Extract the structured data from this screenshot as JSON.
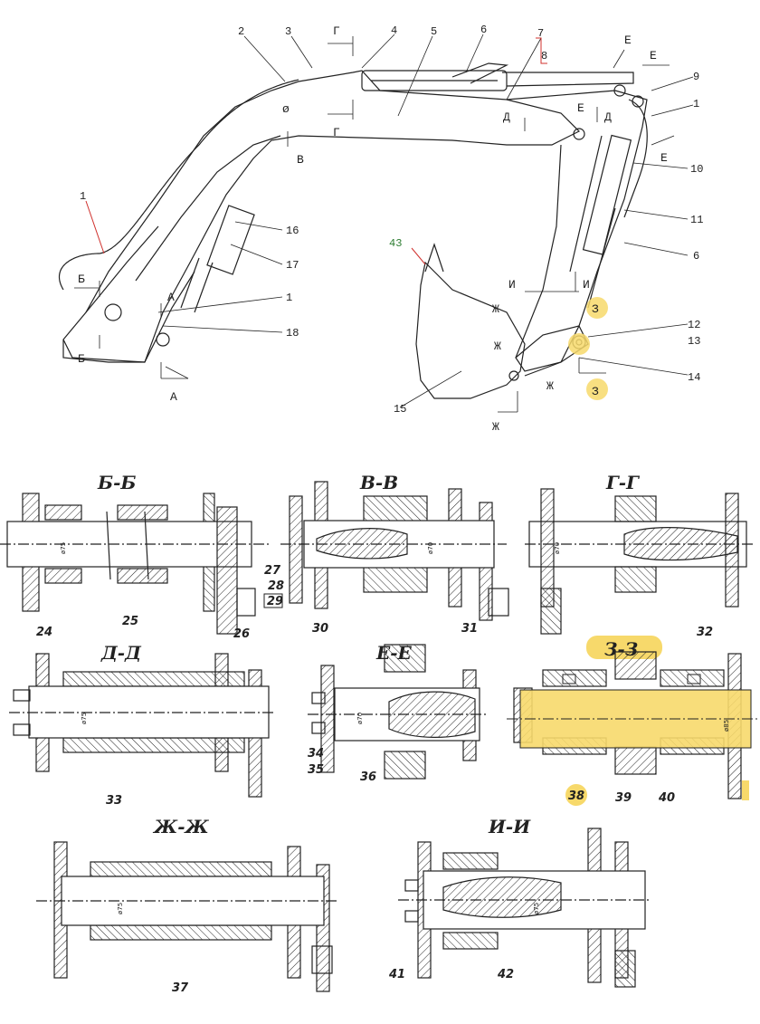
{
  "colors": {
    "line": "#222222",
    "highlight": "#f7d96b",
    "red_leader": "#d0312d",
    "green_label": "#2e7d32"
  },
  "top_view": {
    "callouts": [
      {
        "id": "c2",
        "text": "2"
      },
      {
        "id": "c3",
        "text": "3"
      },
      {
        "id": "c4",
        "text": "4"
      },
      {
        "id": "c5",
        "text": "5"
      },
      {
        "id": "c6a",
        "text": "6"
      },
      {
        "id": "c7",
        "text": "7"
      },
      {
        "id": "c8",
        "text": "8"
      },
      {
        "id": "c9",
        "text": "9"
      },
      {
        "id": "c1a",
        "text": "1"
      },
      {
        "id": "c10",
        "text": "10"
      },
      {
        "id": "c11",
        "text": "11"
      },
      {
        "id": "c6b",
        "text": "6"
      },
      {
        "id": "c12",
        "text": "12"
      },
      {
        "id": "c13",
        "text": "13"
      },
      {
        "id": "c14",
        "text": "14"
      },
      {
        "id": "c15",
        "text": "15"
      },
      {
        "id": "c16",
        "text": "16"
      },
      {
        "id": "c17",
        "text": "17"
      },
      {
        "id": "c1b",
        "text": "1"
      },
      {
        "id": "c18",
        "text": "18"
      },
      {
        "id": "c1c",
        "text": "1"
      },
      {
        "id": "c43",
        "text": "43"
      }
    ],
    "section_marks": [
      {
        "id": "G1",
        "text": "Г"
      },
      {
        "id": "G2",
        "text": "Г"
      },
      {
        "id": "E1",
        "text": "Е"
      },
      {
        "id": "E2",
        "text": "Е"
      },
      {
        "id": "E3",
        "text": "Е"
      },
      {
        "id": "E4",
        "text": "Е"
      },
      {
        "id": "D1",
        "text": "Д"
      },
      {
        "id": "D2",
        "text": "Д"
      },
      {
        "id": "V1",
        "text": "В"
      },
      {
        "id": "B1",
        "text": "Б"
      },
      {
        "id": "B2",
        "text": "Б"
      },
      {
        "id": "A1",
        "text": "А"
      },
      {
        "id": "A2",
        "text": "А"
      },
      {
        "id": "I1",
        "text": "И"
      },
      {
        "id": "I2",
        "text": "И"
      },
      {
        "id": "Zh1",
        "text": "Ж"
      },
      {
        "id": "Zh2",
        "text": "Ж"
      },
      {
        "id": "Zh3",
        "text": "Ж"
      },
      {
        "id": "Zh4",
        "text": "Ж"
      },
      {
        "id": "Z1",
        "text": "З"
      },
      {
        "id": "Z2",
        "text": "З"
      },
      {
        "id": "diam",
        "text": "ø"
      }
    ]
  },
  "sections": [
    {
      "title": "Б-Б",
      "parts": [
        "24",
        "25",
        "26",
        "27",
        "28",
        "29"
      ],
      "dim": "ø75"
    },
    {
      "title": "В-В",
      "parts": [
        "30",
        "31"
      ],
      "dim": "ø70"
    },
    {
      "title": "Г-Г",
      "parts": [
        "32"
      ],
      "dim": "ø70"
    },
    {
      "title": "Д-Д",
      "parts": [
        "33"
      ],
      "dim": "ø75"
    },
    {
      "title": "Е-Е",
      "parts": [
        "34",
        "35",
        "36"
      ],
      "dim": "ø70"
    },
    {
      "title": "З-З",
      "parts": [
        "38",
        "39",
        "40"
      ],
      "dim": "ø85",
      "highlighted": true
    },
    {
      "title": "Ж-Ж",
      "parts": [
        "37"
      ],
      "dim": "ø75"
    },
    {
      "title": "И-И",
      "parts": [
        "41",
        "42"
      ],
      "dim": "ø75"
    }
  ]
}
